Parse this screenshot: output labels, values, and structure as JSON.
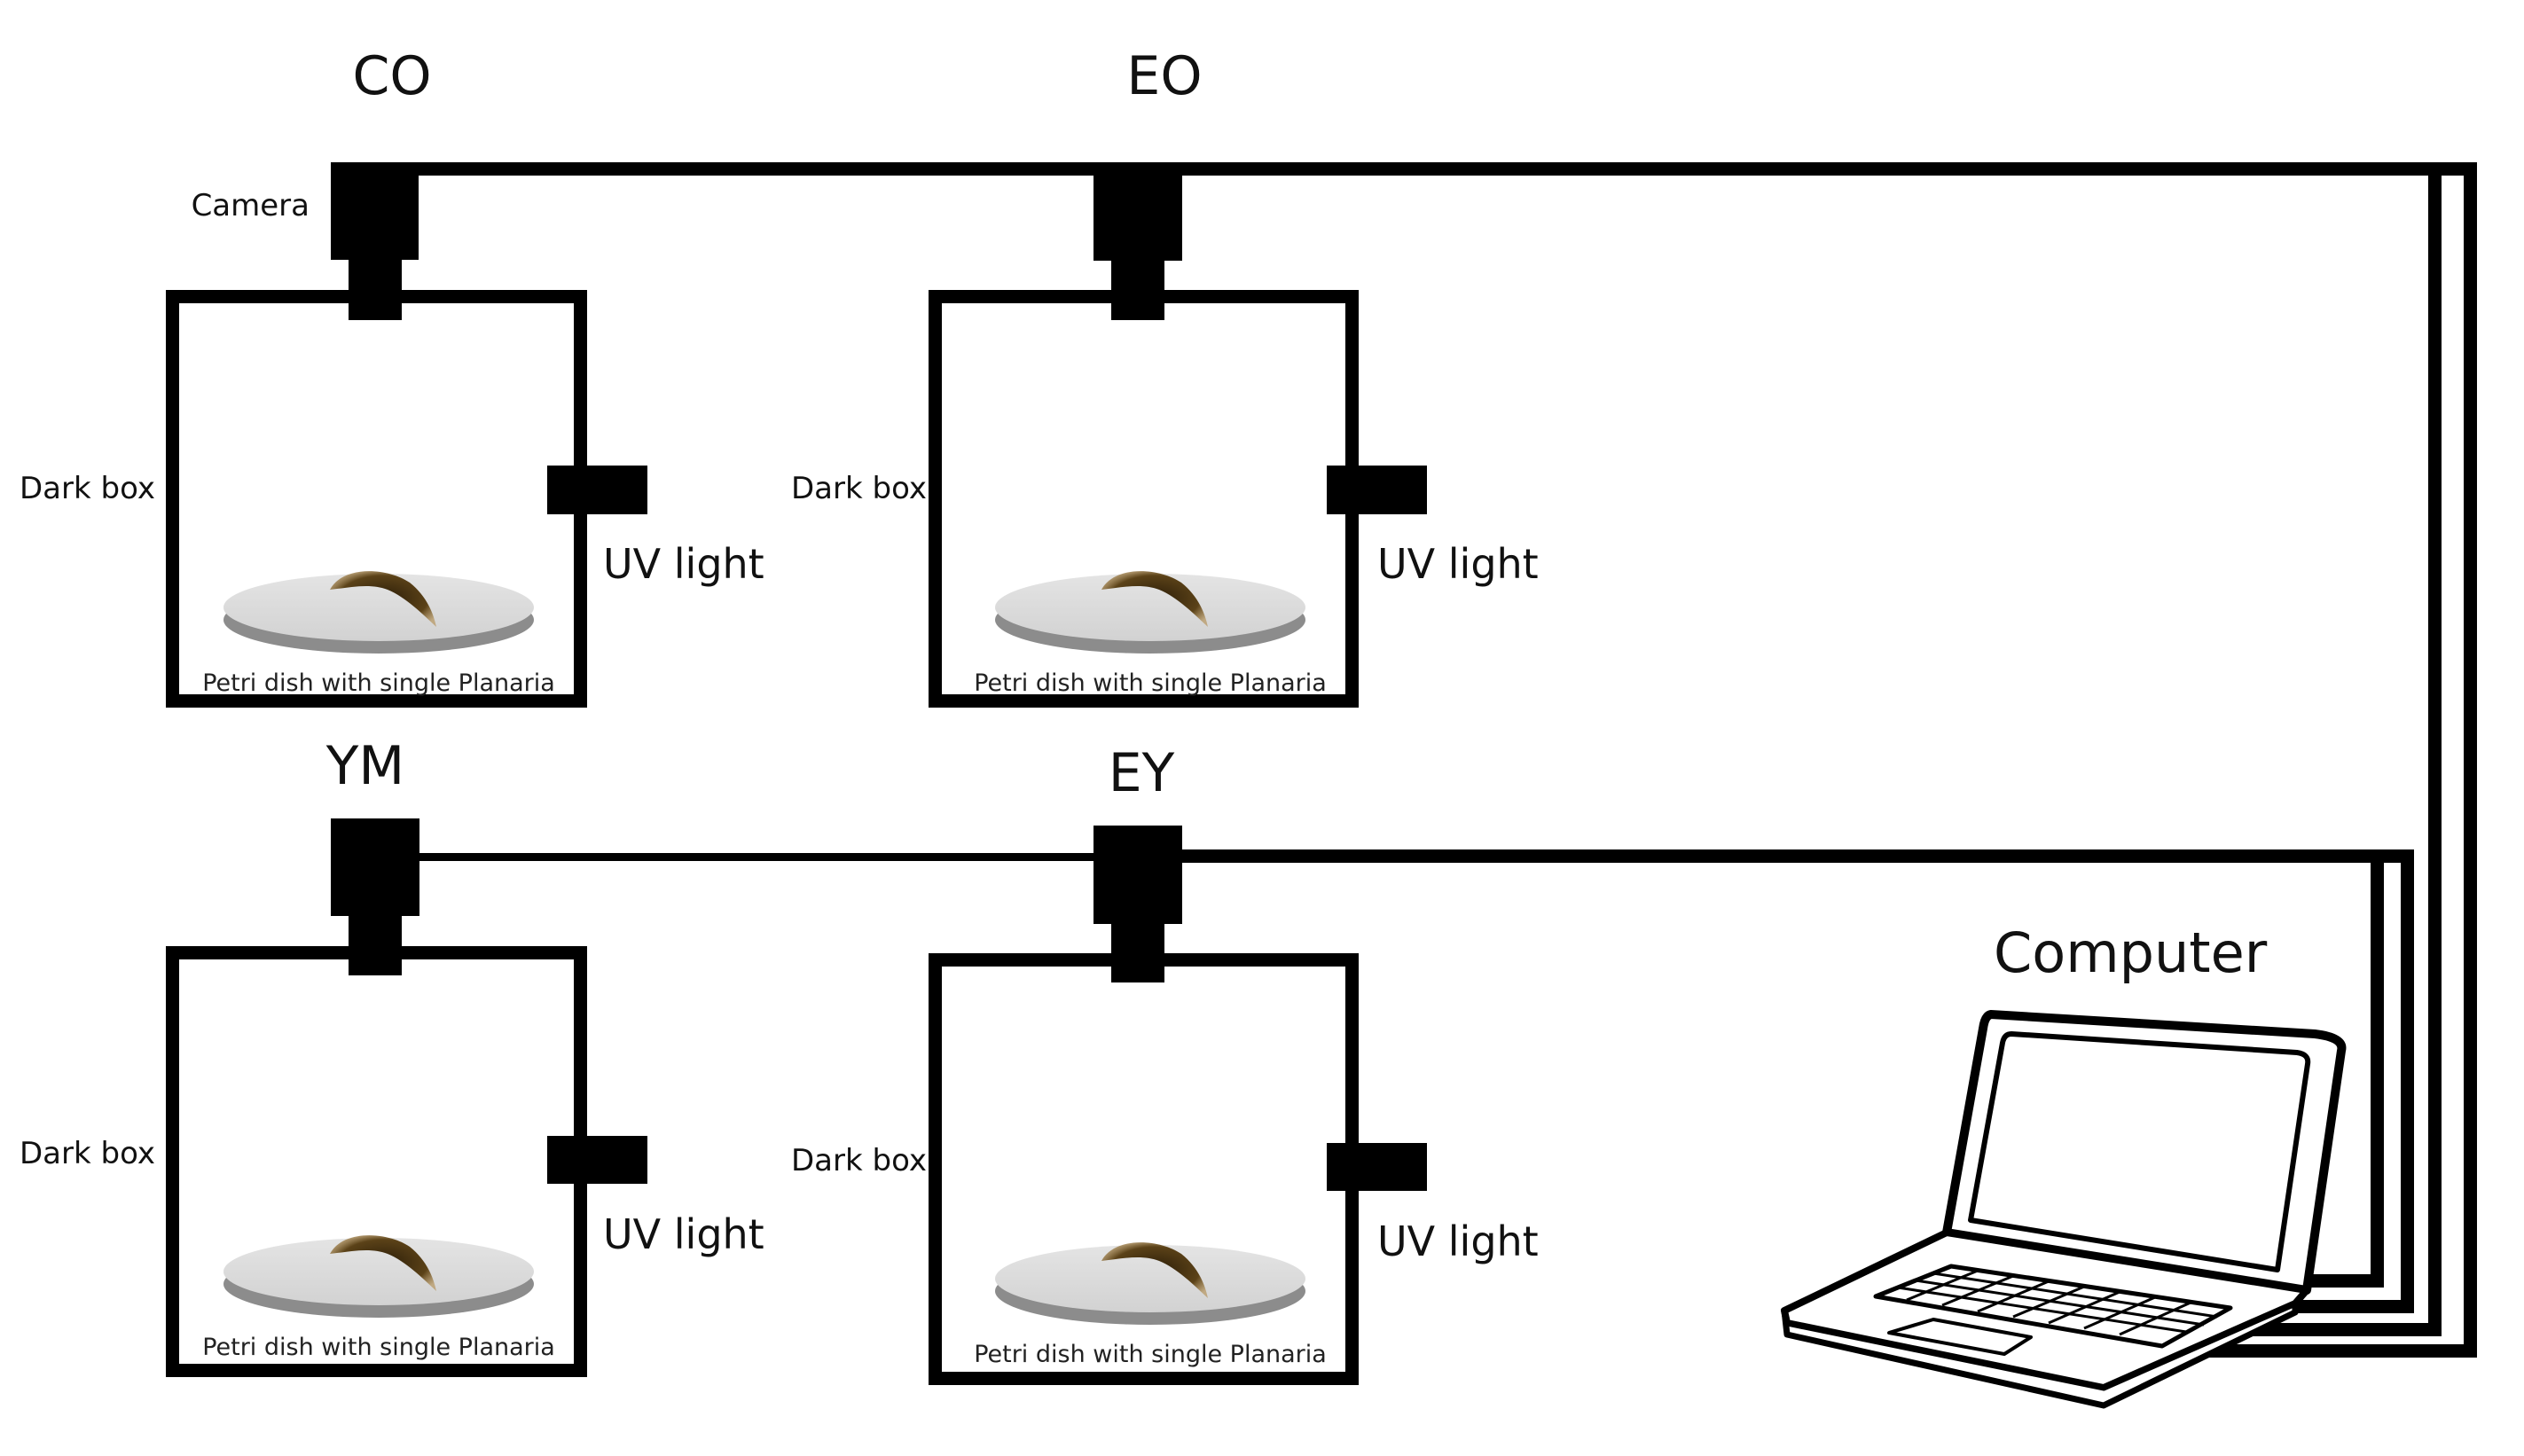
{
  "diagram": {
    "title": "Planaria UV light behavior setup",
    "colors": {
      "ink": "#000000",
      "background": "#ffffff",
      "dish_top": "#dcdcdc",
      "dish_side": "#8c8c8c",
      "planaria": "#4a3512"
    },
    "stations": [
      {
        "id": "CO",
        "label": "CO",
        "camera_label": "Camera",
        "box_label": "Dark box",
        "light_label": "UV light",
        "dish_label": "Petri dish with single Planaria"
      },
      {
        "id": "EO",
        "label": "EO",
        "camera_label": "",
        "box_label": "Dark box",
        "light_label": "UV light",
        "dish_label": "Petri dish with single Planaria"
      },
      {
        "id": "YM",
        "label": "YM",
        "camera_label": "",
        "box_label": "Dark box",
        "light_label": "UV light",
        "dish_label": "Petri dish with single Planaria"
      },
      {
        "id": "EY",
        "label": "EY",
        "camera_label": "",
        "box_label": "Dark box",
        "light_label": "UV light",
        "dish_label": "Petri dish with single Planaria"
      }
    ],
    "computer": {
      "label": "Computer",
      "icon": "laptop-icon"
    },
    "connections": [
      {
        "from": "CO",
        "to": "Computer"
      },
      {
        "from": "EO",
        "to": "Computer"
      },
      {
        "from": "YM",
        "to": "Computer"
      },
      {
        "from": "EY",
        "to": "Computer"
      }
    ]
  }
}
